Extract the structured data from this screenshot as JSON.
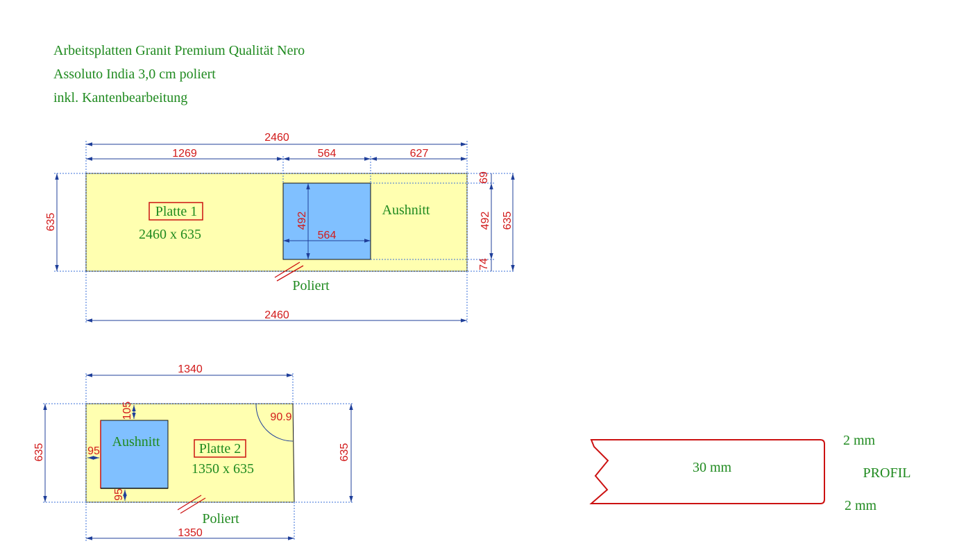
{
  "title": {
    "line1": "Arbeitsplatten Granit Premium Qualität Nero",
    "line2": "Assoluto India 3,0 cm poliert",
    "line3": "inkl. Kantenbearbeitung"
  },
  "plate1": {
    "label": "Platte 1",
    "size": "2460 x 635",
    "cutout_label": "Aushnitt",
    "edge_label": "Poliert",
    "dims": {
      "top_total": "2460",
      "seg_left": "1269",
      "seg_mid": "564",
      "seg_right": "627",
      "left_height": "635",
      "right_height": "635",
      "cut_height": "492",
      "cut_width": "564",
      "right_cut_height": "492",
      "top_gap": "69",
      "bottom_gap": "74",
      "bottom_total": "2460"
    }
  },
  "plate2": {
    "label": "Platte 2",
    "size": "1350 x 635",
    "cutout_label": "Aushnitt",
    "edge_label": "Poliert",
    "dims": {
      "top_total": "1340",
      "left_height": "635",
      "right_height": "635",
      "top_gap": "105",
      "left_gap": "95",
      "bottom_gap": "95",
      "angle": "90.9",
      "bottom_total": "1350"
    }
  },
  "profile": {
    "thickness": "30 mm",
    "top_radius": "2 mm",
    "bottom_radius": "2 mm",
    "label": "PROFIL"
  },
  "colors": {
    "plate_fill": "#ffffb0",
    "cutout_fill": "#80c0ff",
    "dimension_text": "#d11a1a",
    "label_text": "#1f8a1f",
    "dimension_line": "#1f3f9a",
    "extension_line": "#3a6fd8"
  }
}
